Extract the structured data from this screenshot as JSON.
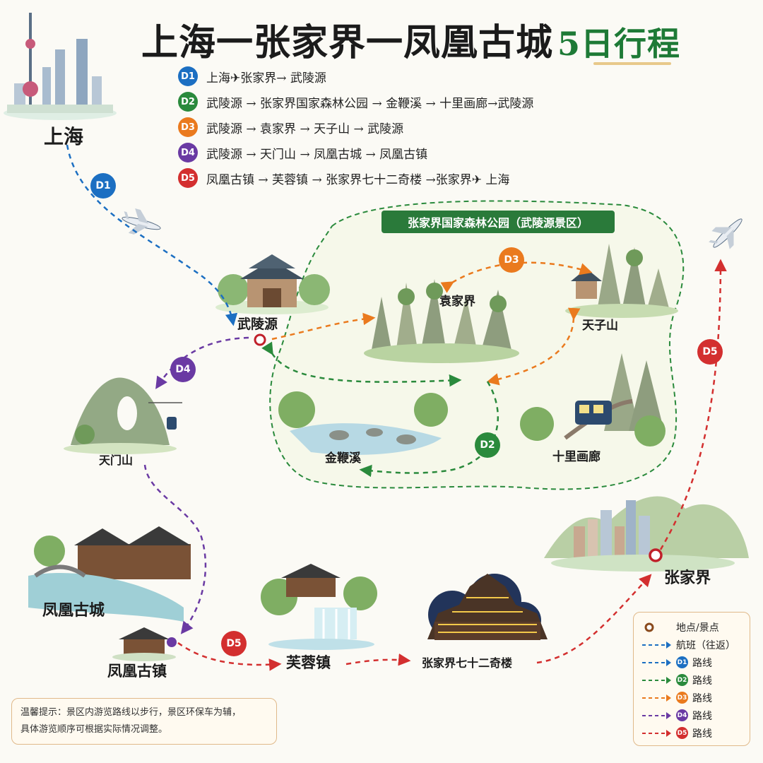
{
  "title": {
    "main": "上海一张家界一凤凰古城",
    "accent": "5日行程"
  },
  "itinerary": [
    {
      "badge": "D1",
      "text": "上海✈张家界→ 武陵源",
      "color": "#1c6fc2"
    },
    {
      "badge": "D2",
      "text": "武陵源 → 张家界国家森林公园 → 金鞭溪 → 十里画廊→武陵源",
      "color": "#2a8a3c"
    },
    {
      "badge": "D3",
      "text": "武陵源 → 袁家界 → 天子山 → 武陵源",
      "color": "#ea7a1e"
    },
    {
      "badge": "D4",
      "text": "武陵源 → 天门山 → 凤凰古城 → 凤凰古镇",
      "color": "#6a3aa3"
    },
    {
      "badge": "D5",
      "text": "凤凰古镇 → 芙蓉镇 → 张家界七十二奇楼 →张家界✈ 上海",
      "color": "#d32f2f"
    }
  ],
  "map": {
    "park_banner": "张家界国家森林公园（武陵源景区）",
    "places": {
      "shanghai": "上海",
      "wulingyuan": "武陵源",
      "yuanjiajie": "袁家界",
      "tianzishan": "天子山",
      "jinbianxi": "金鞭溪",
      "shilihualang": "十里画廊",
      "tianmenshan": "天门山",
      "fenghuang_gucheng": "凤凰古城",
      "fenghuang_guzhen": "凤凰古镇",
      "furongzhen": "芙蓉镇",
      "qishier_qilou": "张家界七十二奇楼",
      "zhangjiajie": "张家界"
    },
    "route_badges": {
      "d1": "D1",
      "d2": "D2",
      "d3": "D3",
      "d4": "D4",
      "d5a": "D5",
      "d5b": "D5"
    }
  },
  "tip": {
    "line1": "温馨提示：景区内游览路线以步行，景区环保车为辅，",
    "line2": "具体游览顺序可根据实际情况调整。"
  },
  "legend": {
    "items": [
      {
        "type": "point",
        "label": "地点/景点",
        "color": "#8a4a1c"
      },
      {
        "type": "flight",
        "label": "航班（往返）",
        "color": "#1c6fc2"
      },
      {
        "type": "route",
        "badge": "D1",
        "label": "路线",
        "color": "#1c6fc2"
      },
      {
        "type": "route",
        "badge": "D2",
        "label": "路线",
        "color": "#2a8a3c"
      },
      {
        "type": "route",
        "badge": "D3",
        "label": "路线",
        "color": "#ea7a1e"
      },
      {
        "type": "route",
        "badge": "D4",
        "label": "路线",
        "color": "#6a3aa3"
      },
      {
        "type": "route",
        "badge": "D5",
        "label": "路线",
        "color": "#d32f2f"
      }
    ]
  },
  "colors": {
    "d1": "#1c6fc2",
    "d2": "#2a8a3c",
    "d3": "#ea7a1e",
    "d4": "#6a3aa3",
    "d5": "#d32f2f"
  }
}
